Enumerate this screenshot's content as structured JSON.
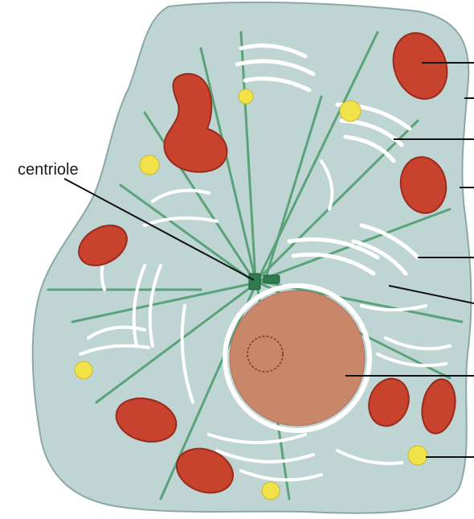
{
  "diagram": {
    "labels": {
      "centriole": "centriole"
    },
    "colors": {
      "background": "#ffffff",
      "cytoplasm": "#bfd5d4",
      "cytoplasm_edge": "#8aa8a7",
      "mitochondrion": "#c8432e",
      "mitochondrion_inner": "#9a2a1c",
      "nucleus": "#c9876a",
      "nucleolus": "#8c4a3a",
      "nuclear_envelope": "#ffffff",
      "microtubule": "#5aa37a",
      "vesicle": "#f2e24a",
      "membrane": "#ffffff",
      "leader_line": "#111111"
    },
    "structures": [
      "cell-membrane",
      "cytoplasm",
      "nucleus",
      "nucleolus",
      "centriole",
      "microtubules",
      "mitochondria",
      "golgi-apparatus",
      "endoplasmic-reticulum",
      "vesicles"
    ]
  }
}
